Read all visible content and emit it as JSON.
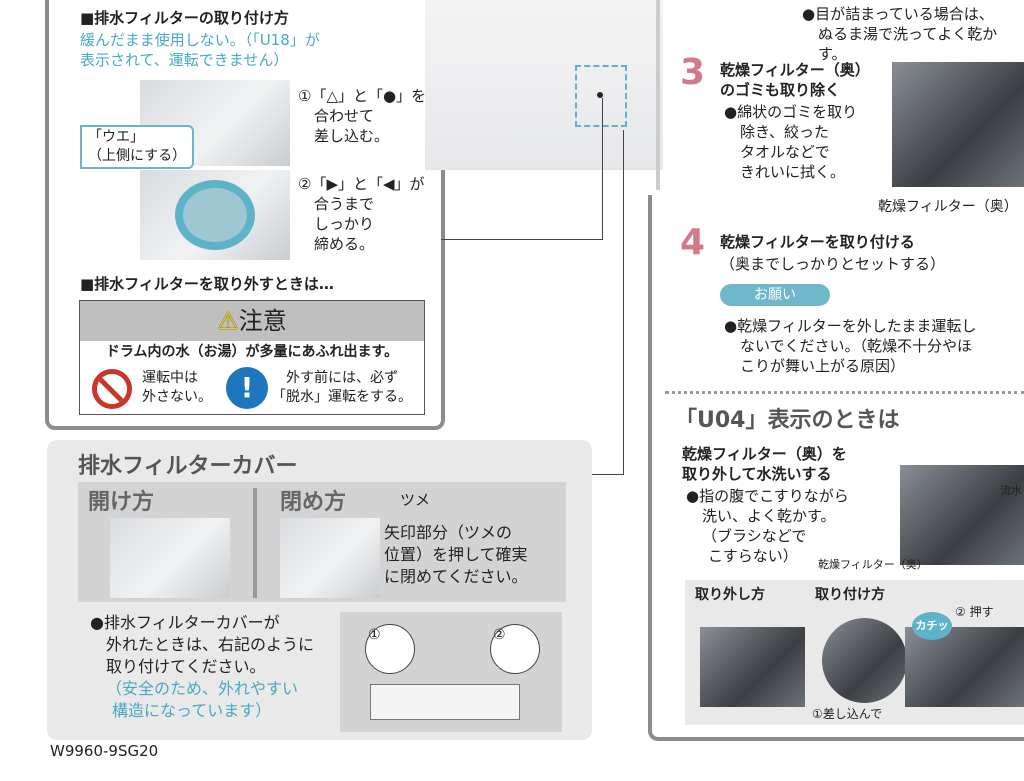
{
  "install": {
    "heading": "■排水フィルターの取り付け方",
    "warn_line1": "緩んだまま使用しない。（「U18」が",
    "warn_line2": "表示されて、運転できません）",
    "step1": [
      "①「△」と「●」を",
      "合わせて",
      "差し込む。"
    ],
    "label_ue": "「ウエ」",
    "label_ue_sub": "（上側にする）",
    "step2": [
      "②「▶」と「◀」が",
      "合うまで",
      "しっかり",
      "締める。"
    ]
  },
  "remove": {
    "heading": "■排水フィルターを取り外すときは…",
    "caution_title": "注意",
    "caution_main": "ドラム内の水（お湯）が多量にあふれ出ます。",
    "prohibit": [
      "運転中は",
      "外さない。"
    ],
    "instruct": [
      "外す前には、必ず",
      "「脱水」運転をする。"
    ]
  },
  "cover": {
    "title": "排水フィルターカバー",
    "open": "開け方",
    "close": "閉め方",
    "tsume": "ツメ",
    "close_text": [
      "矢印部分（ツメの",
      "位置）を押して確実",
      "に閉めてください。"
    ],
    "note": [
      "●排水フィルターカバーが",
      "外れたときは、右記のように",
      "取り付けてください。"
    ],
    "note_blue": [
      "（安全のため、外れやすい",
      "構造になっています）"
    ],
    "n1": "①",
    "n2": "②"
  },
  "footer": {
    "code": "W9960-9SG20"
  },
  "right": {
    "top_bullet": [
      "●目が詰まっている場合は、",
      "ぬるま湯で洗ってよく乾かす。"
    ],
    "step3": {
      "num": "3",
      "title": [
        "乾燥フィルター（奥）",
        "のゴミも取り除く"
      ],
      "body": [
        "●綿状のゴミを取り",
        "除き、絞った",
        "タオルなどで",
        "きれいに拭く。"
      ],
      "caption": "乾燥フィルター（奥）"
    },
    "step4": {
      "num": "4",
      "title": "乾燥フィルターを取り付ける",
      "sub": "（奥までしっかりとセットする）",
      "badge": "お願い",
      "body": [
        "●乾燥フィルターを外したまま運転し",
        "ないでください。（乾燥不十分やほ",
        "こりが舞い上がる原因）"
      ]
    },
    "u04": {
      "title": "「U04」表示のときは",
      "sub": [
        "乾燥フィルター（奥）を",
        "取り外して水洗いする"
      ],
      "body": [
        "●指の腹でこすりながら",
        "洗い、よく乾かす。",
        "（ブラシなどで",
        "こすらない）"
      ],
      "caption": "乾燥フィルター（奥）",
      "water": "流水",
      "remove_label": "取り外し方",
      "attach_label": "取り付け方",
      "push": "② 押す",
      "click": "カチッ",
      "insert": "①差し込んで"
    }
  }
}
